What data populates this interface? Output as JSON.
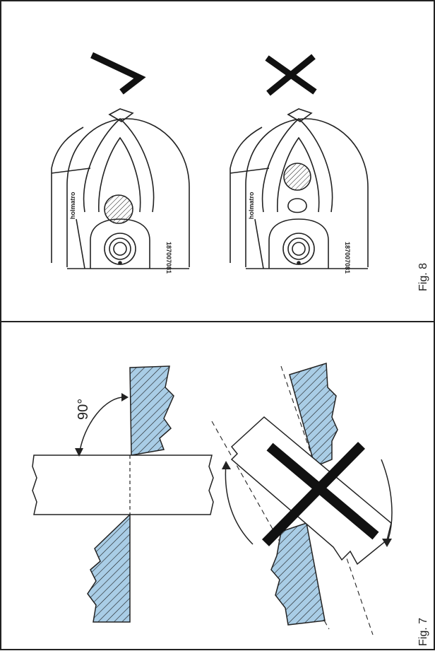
{
  "figure8": {
    "label": "Fig. 8",
    "correct_mark": "check-mark",
    "incorrect_mark": "cross-mark",
    "left_tool": {
      "brand": "holmatro",
      "code": "187007081"
    },
    "right_tool": {
      "brand": "holmatro",
      "code": "187007081"
    }
  },
  "figure7": {
    "label": "Fig. 7",
    "angle_label": "90°",
    "correct_cut": "perpendicular",
    "incorrect_cut": "angled"
  },
  "colors": {
    "blade_fill": "#a9cde6",
    "line": "#222222",
    "cross": "#111111",
    "background": "#ffffff"
  }
}
